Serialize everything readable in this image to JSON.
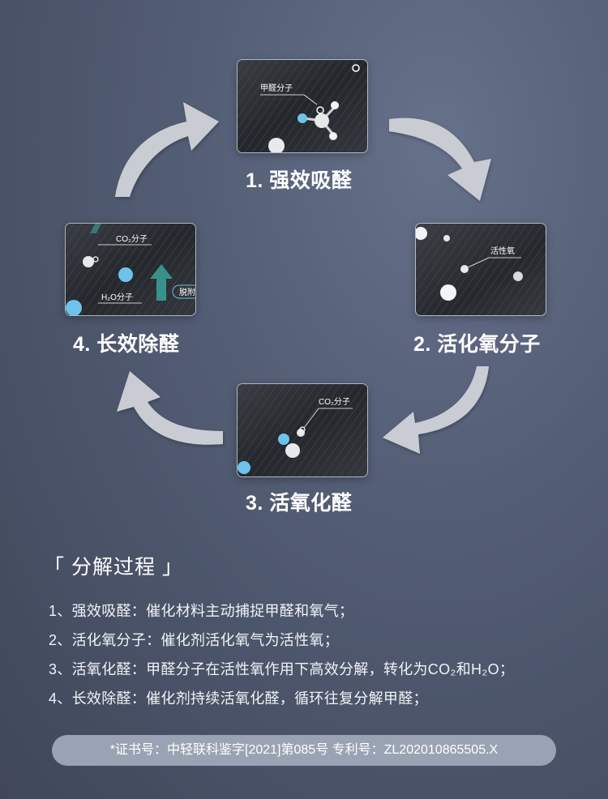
{
  "diagram": {
    "steps": [
      {
        "title": "1. 强效吸醛",
        "card_label": "甲醛分子"
      },
      {
        "title": "2. 活化氧分子",
        "card_label": "活性氧"
      },
      {
        "title": "3. 活氧化醛",
        "card_label": "CO₂分子"
      },
      {
        "title": "4. 长效除醛",
        "card_label_top": "CO₂分子",
        "card_label_bottom": "H₂O分子",
        "card_tag": "脱附"
      }
    ]
  },
  "process": {
    "heading": "「 分解过程 」",
    "items": [
      "1、强效吸醛：催化材料主动捕捉甲醛和氧气；",
      "2、活化氧分子：催化剂活化氧气为活性氧；",
      "3、活氧化醛：甲醛分子在活性氧作用下高效分解，转化为CO₂和H₂O；",
      "4、长效除醛：催化剂持续活氧化醛，循环往复分解甲醛；"
    ]
  },
  "certificate": "*证书号：中轻联科鉴字[2021]第085号 专利号：ZL202010865505.X",
  "colors": {
    "background": "#535d74",
    "arrow": "#c9ccd3",
    "molecule_blue": "#6ec3ea",
    "card_dark": "#2e3136"
  },
  "icons": [
    "curved-arrow-icon",
    "formaldehyde-molecule-icon",
    "oxygen-atom-icon",
    "water-molecule-icon",
    "up-arrow-icon"
  ]
}
